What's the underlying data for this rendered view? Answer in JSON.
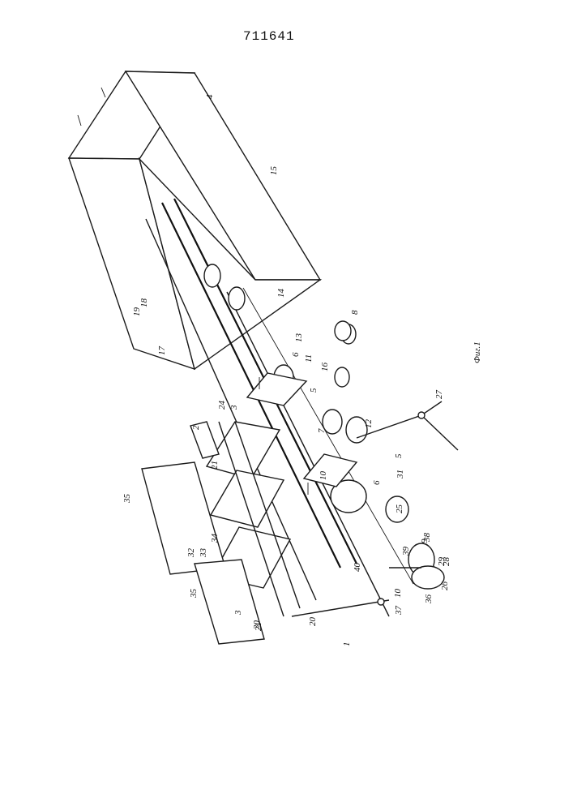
{
  "document": {
    "patent_number": "711641",
    "figure_caption": "Фиг.1"
  },
  "callouts": [
    "1",
    "2",
    "3",
    "3",
    "4",
    "5",
    "5",
    "6",
    "6",
    "7",
    "8",
    "9",
    "10",
    "10",
    "11",
    "12",
    "13",
    "14",
    "15",
    "16",
    "17",
    "18",
    "19",
    "20",
    "21",
    "21",
    "24",
    "25",
    "26",
    "27",
    "28",
    "29",
    "30",
    "31",
    "32",
    "33",
    "34",
    "35",
    "35",
    "36",
    "37",
    "38",
    "39",
    "40"
  ]
}
